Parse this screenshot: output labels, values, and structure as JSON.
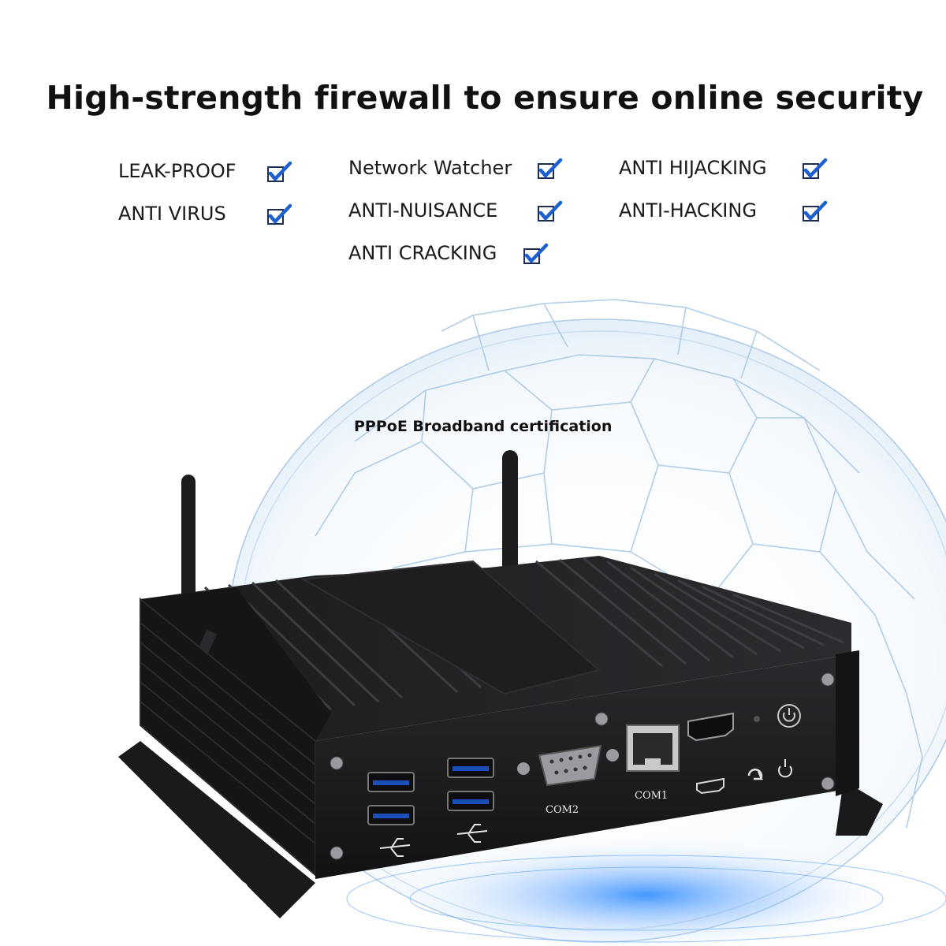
{
  "headline": "High-strength firewall to ensure online security",
  "features": {
    "leak_proof": "LEAK-PROOF",
    "network_watcher": "Network Watcher",
    "anti_hijacking": "ANTI HIJACKING",
    "anti_virus": "ANTI VIRUS",
    "anti_nuisance": "ANTI-NUISANCE",
    "anti_hacking": "ANTI-HACKING",
    "anti_cracking": "ANTI CRACKING"
  },
  "overlay_text": "PPPoE Broadband certification",
  "ports": {
    "com2": "COM2",
    "com1": "COM1"
  },
  "colors": {
    "check": "#1c5fd1",
    "device": "#1a1a1c",
    "globe_lines": "#a9c8e6",
    "glow": "#2f8cff"
  },
  "icons": [
    "checkbox-checked-icon",
    "usb-icon",
    "power-icon",
    "reset-icon",
    "hdmi-icon",
    "ethernet-icon"
  ]
}
